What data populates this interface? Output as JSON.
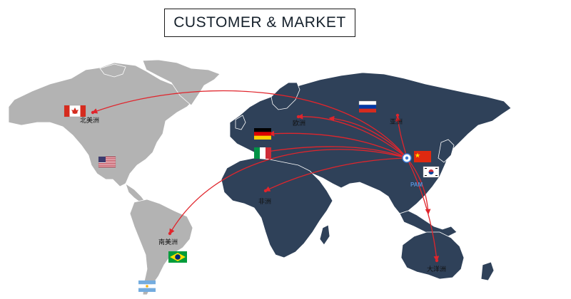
{
  "title": "CUSTOMER & MARKET",
  "colors": {
    "americas": "#b3b3b3",
    "eurasia_africa_oceania": "#2f4159",
    "route_arrow": "#e0252c",
    "background": "#ffffff"
  },
  "regions": {
    "north_america": "北美洲",
    "europe": "欧洲",
    "asia": "亚洲",
    "africa": "非洲",
    "south_america": "南美洲",
    "oceania": "大洋洲"
  },
  "company_mark": "PAM",
  "flags": [
    "canada",
    "usa",
    "germany",
    "italy",
    "russia",
    "china",
    "south-korea",
    "brazil",
    "argentina"
  ],
  "routes_from": "china"
}
